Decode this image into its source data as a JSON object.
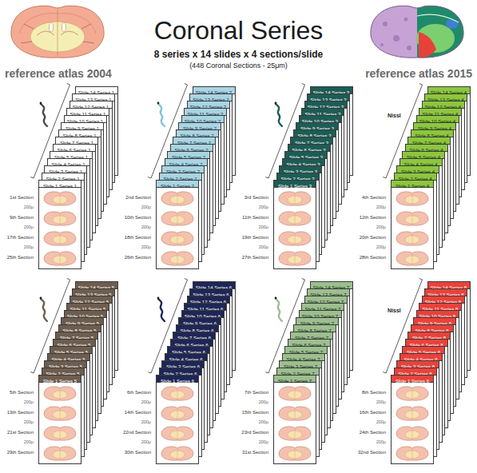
{
  "diagram": {
    "title": "Coronal Series",
    "nodes": [
      {
        "text": [
          "Slide 14 Series 1"
        ]
      },
      {
        "text": [
          "Slide 13 Series 1"
        ]
      },
      {
        "text": [
          "Slide 12 Series 1"
        ]
      },
      {
        "text": [
          "Slide 11 Series 1"
        ]
      },
      {
        "text": [
          "Slide 10 Series 1"
        ]
      },
      {
        "text": [
          "Slide 9 Series 1"
        ]
      },
      {
        "text": [
          "Slide 8 Series 1"
        ]
      },
      {
        "text": [
          "Slide 7 Series 1"
        ]
      },
      {
        "text": [
          "Slide 6 Series 1"
        ]
      },
      {
        "text": [
          "Slide 5 Series 1"
        ]
      },
      {
        "text": [
          "Slide 4 Series 1"
        ]
      },
      {
        "text": [
          "Slide 3 Series 1"
        ]
      },
      {
        "text": [
          "Slide 2 Series 1"
        ]
      },
      {
        "text": [
          "Slide 1 Series 1"
        ]
      },
      {
        "text": [
          "Slide 14 Series 2"
        ]
      },
      {
        "text": [
          "Slide 13 Series 2"
        ]
      },
      {
        "text": [
          "Slide 12 Series 2"
        ]
      },
      {
        "text": [
          "Slide 11 Series 2"
        ]
      },
      {
        "text": [
          "Slide 10 Series 2"
        ]
      },
      {
        "text": [
          "Slide 9 Series 2"
        ]
      },
      {
        "text": [
          "Slide 8 Series 2"
        ]
      },
      {
        "text": [
          "Slide 7 Series 2"
        ]
      },
      {
        "text": [
          "Slide 6 Series 2"
        ]
      },
      {
        "text": [
          "Slide 5 Series 2"
        ]
      },
      {
        "text": [
          "Slide 4 Series 2"
        ]
      },
      {
        "text": [
          "Slide 3 Series 2"
        ]
      },
      {
        "text": [
          "Slide 2 Series 2"
        ]
      },
      {
        "text": [
          "Slide 1 Series 2"
        ]
      },
      {
        "text": [
          "Slide 14 Series 3"
        ]
      },
      {
        "text": [
          "Slide 13 Series 3"
        ]
      },
      {
        "text": [
          "Slide 12 Series 3"
        ]
      },
      {
        "text": [
          "Slide 11 Series 3"
        ]
      },
      {
        "text": [
          "Slide 10 Series 3"
        ]
      },
      {
        "text": [
          "Slide 9 Series 3"
        ]
      },
      {
        "text": [
          "Slide 8 Series 3"
        ]
      },
      {
        "text": [
          "Slide 7 Series 3"
        ]
      },
      {
        "text": [
          "Slide 6 Series 3"
        ]
      },
      {
        "text": [
          "Slide 5 Series 3"
        ]
      },
      {
        "text": [
          "Slide 4 Series 3"
        ]
      },
      {
        "text": [
          "Slide 3 Series 3"
        ]
      },
      {
        "text": [
          "Slide 2 Series 3"
        ]
      },
      {
        "text": [
          "Slide 1 Series 3"
        ]
      },
      {
        "text": [
          "Slide 14 Series 4"
        ]
      },
      {
        "text": [
          "Slide 13 Series 4"
        ]
      },
      {
        "text": [
          "Slide 12 Series 4"
        ]
      },
      {
        "text": [
          "Slide 11 Series 4"
        ]
      },
      {
        "text": [
          "Slide 10 Series 4"
        ]
      },
      {
        "text": [
          "Slide 9 Series 4"
        ]
      },
      {
        "text": [
          "Slide 8 Series 4"
        ]
      },
      {
        "text": [
          "Slide 7 Series 4"
        ]
      },
      {
        "text": [
          "Slide 6 Series 4"
        ]
      },
      {
        "text": [
          "Slide 5 Series 4"
        ]
      },
      {
        "text": [
          "Slide 4 Series 4"
        ]
      },
      {
        "text": [
          "Slide 3 Series 4"
        ]
      },
      {
        "text": [
          "Slide 2 Series 4"
        ]
      },
      {
        "text": [
          "Slide 1 Series 4"
        ]
      },
      {
        "text": [
          "Slide 14 Series 5"
        ]
      },
      {
        "text": [
          "Slide 13 Series 5"
        ]
      },
      {
        "text": [
          "Slide 12 Series 5"
        ]
      },
      {
        "text": [
          "Slide 11 Series 5"
        ]
      },
      {
        "text": [
          "Slide 10 Series 5"
        ]
      },
      {
        "text": [
          "Slide 9 Series 5"
        ]
      },
      {
        "text": [
          "Slide 8 Series 5"
        ]
      },
      {
        "text": [
          "Slide 7 Series 5"
        ]
      },
      {
        "text": [
          "Slide 6 Series 5"
        ]
      },
      {
        "text": [
          "Slide 5 Series 5"
        ]
      },
      {
        "text": [
          "Slide 4 Series 5"
        ]
      },
      {
        "text": [
          "Slide 3 Series 5"
        ]
      },
      {
        "text": [
          "Slide 2 Series 5"
        ]
      },
      {
        "text": [
          "Slide 1 Series 5"
        ]
      },
      {
        "text": [
          "Slide 14 Series 6"
        ]
      },
      {
        "text": [
          "Slide 13 Series 6"
        ]
      },
      {
        "text": [
          "Slide 12 Series 6"
        ]
      },
      {
        "text": [
          "Slide 11 Series 6"
        ]
      },
      {
        "text": [
          "Slide 10 Series 6"
        ]
      },
      {
        "text": [
          "Slide 9 Series 6"
        ]
      },
      {
        "text": [
          "Slide 8 Series 6"
        ]
      },
      {
        "text": [
          "Slide 7 Series 6"
        ]
      },
      {
        "text": [
          "Slide 6 Series 6"
        ]
      },
      {
        "text": [
          "Slide 5 Series 6"
        ]
      },
      {
        "text": [
          "Slide 4 Series 6"
        ]
      },
      {
        "text": [
          "Slide 3 Series 6"
        ]
      },
      {
        "text": [
          "Slide 2 Series 6"
        ]
      },
      {
        "text": [
          "Slide 1 Series 6"
        ]
      },
      {
        "text": [
          "Slide 14 Series 7"
        ]
      },
      {
        "text": [
          "Slide 13 Series 7"
        ]
      },
      {
        "text": [
          "Slide 12 Series 7"
        ]
      },
      {
        "text": [
          "Slide 11 Series 7"
        ]
      },
      {
        "text": [
          "Slide 10 Series 7"
        ]
      },
      {
        "text": [
          "Slide 9 Series 7"
        ]
      },
      {
        "text": [
          "Slide 8 Series 7"
        ]
      },
      {
        "text": [
          "Slide 7 Series 7"
        ]
      },
      {
        "text": [
          "Slide 6 Series 7"
        ]
      },
      {
        "text": [
          "Slide 5 Series 7"
        ]
      },
      {
        "text": [
          "Slide 4 Series 7"
        ]
      },
      {
        "text": [
          "Slide 3 Series 7"
        ]
      },
      {
        "text": [
          "Slide 2 Series 7"
        ]
      },
      {
        "text": [
          "Slide 1 Series 7"
        ]
      },
      {
        "text": [
          "Slide 14 Series 8"
        ]
      },
      {
        "text": [
          "Slide 13 Series 8"
        ]
      },
      {
        "text": [
          "Slide 12 Series 8"
        ]
      },
      {
        "text": [
          "Slide 11 Series 8"
        ]
      },
      {
        "text": [
          "Slide 10 Series 8"
        ]
      },
      {
        "text": [
          "Slide 9 Series 8"
        ]
      },
      {
        "text": [
          "Slide 8 Series 8"
        ]
      },
      {
        "text": [
          "Slide 7 Series 8"
        ]
      },
      {
        "text": [
          "Slide 6 Series 8"
        ]
      },
      {
        "text": [
          "Slide 5 Series 8"
        ]
      },
      {
        "text": [
          "Slide 4 Series 8"
        ]
      },
      {
        "text": [
          "Slide 3 Series 8"
        ]
      },
      {
        "text": [
          "Slide 2 Series 8"
        ]
      },
      {
        "text": [
          "Slide 1 Series 8"
        ]
      }
    ],
    "labels": [
      "8 series x 14 slides x 4 sections/slide",
      "(448 Coronal Sections - 25μm)",
      "reference atlas 2004",
      "reference atlas 2015",
      "1st Section",
      "200μ",
      "9th Section",
      "200μ",
      "17th Section",
      "200μ",
      "25th Section",
      "2nd Section",
      "200μ",
      "10th Section",
      "200μ",
      "18th Section",
      "200μ",
      "26th Section",
      "3rd Section",
      "200μ",
      "11th Section",
      "200μ",
      "19th Section",
      "200μ",
      "27th Section",
      "4th Section",
      "200μ",
      "12th Section",
      "200μ",
      "20th Section",
      "200μ",
      "28th Section",
      "5th Section",
      "200μ",
      "13th Section",
      "200μ",
      "21st Section",
      "200μ",
      "29th Section",
      "6th Section",
      "200μ",
      "14th Section",
      "200μ",
      "22nd Section",
      "200μ",
      "30th Section",
      "7th Section",
      "200μ",
      "15th Section",
      "200μ",
      "23rd Section",
      "200μ",
      "31st Section",
      "8th Section",
      "200μ",
      "16th Section",
      "200μ",
      "24th Section",
      "200μ",
      "32nd Section",
      "Nissl",
      "Nissl"
    ]
  }
}
